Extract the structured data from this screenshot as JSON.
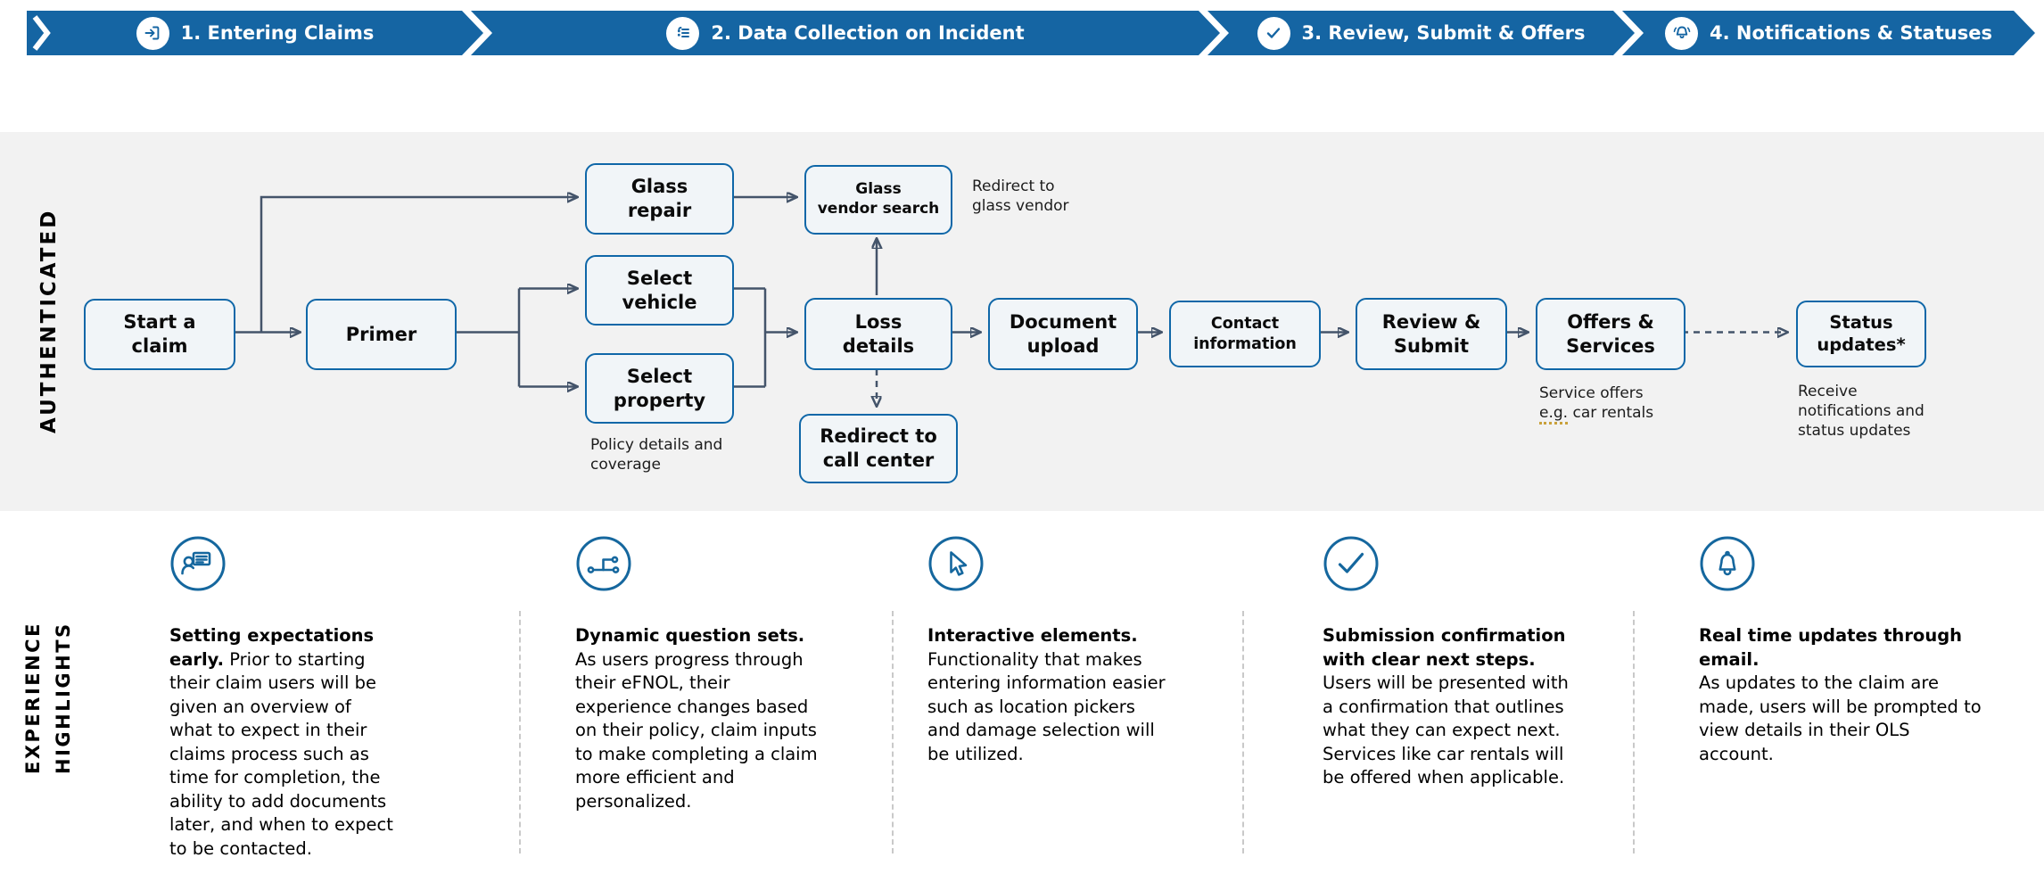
{
  "phases": [
    {
      "label": "1. Entering Claims",
      "icon": "login-icon"
    },
    {
      "label": "2. Data Collection on Incident",
      "icon": "form-list-icon"
    },
    {
      "label": "3. Review, Submit & Offers",
      "icon": "check-icon"
    },
    {
      "label": "4. Notifications & Statuses",
      "icon": "ringing-bell-icon"
    }
  ],
  "swimlane": {
    "label": "AUTHENTICATED"
  },
  "flow": {
    "nodes": {
      "start": {
        "label": "Start a\nclaim"
      },
      "primer": {
        "label": "Primer"
      },
      "glass_repair": {
        "label": "Glass\nrepair"
      },
      "select_vehicle": {
        "label": "Select\nvehicle"
      },
      "select_property": {
        "label": "Select\nproperty"
      },
      "glass_vendor_search": {
        "label": "Glass\nvendor search"
      },
      "loss_details": {
        "label": "Loss\ndetails"
      },
      "redirect_call_center": {
        "label": "Redirect to\ncall center"
      },
      "document_upload": {
        "label": "Document\nupload"
      },
      "contact_information": {
        "label": "Contact\ninformation"
      },
      "review_submit": {
        "label": "Review &\nSubmit"
      },
      "offers_services": {
        "label": "Offers &\nServices"
      },
      "status_updates": {
        "label": "Status\nupdates*"
      }
    },
    "captions": {
      "policy": "Policy details and\ncoverage",
      "redirect_glass": "Redirect to\nglass vendor",
      "service_offers_line1": "Service offers",
      "service_offers_underlined": "e.g.",
      "service_offers_rest": " car rentals",
      "receive_updates": "Receive\nnotifications and\nstatus updates"
    }
  },
  "highlights": {
    "label": "EXPERIENCE\nHIGHLIGHTS",
    "items": [
      {
        "icon": "person-message-icon",
        "heading": "Setting expectations early.",
        "body": "Prior to starting their claim users will be given an overview of what to expect in their claims process such as time for completion, the ability to add documents later, and when to expect to be contacted."
      },
      {
        "icon": "branch-path-icon",
        "heading": "Dynamic question sets.",
        "body": "As users progress through their eFNOL, their experience changes based on their policy, claim inputs to make completing a claim more efficient and personalized."
      },
      {
        "icon": "cursor-icon",
        "heading": "Interactive elements.",
        "body": "Functionality that makes entering information easier such as location pickers and damage selection will be utilized."
      },
      {
        "icon": "check-circle-icon",
        "heading": "Submission confirmation with clear next steps.",
        "body": "Users will be presented with a confirmation that outlines what they can expect next. Services like car rentals will be offered when applicable."
      },
      {
        "icon": "bell-icon",
        "heading": "Real time updates through email.",
        "body": "As updates to the claim are made, users will be prompted to view details in their OLS account."
      }
    ]
  },
  "colors": {
    "phase_blue": "#1565A3",
    "node_border_blue": "#0f67a8",
    "node_fill": "#f1f5f8",
    "band_gray": "#f2f2f2",
    "arrow_slate": "#44546A",
    "eg_underline_gold": "#C9A13B",
    "icon_blue": "#15679E"
  }
}
